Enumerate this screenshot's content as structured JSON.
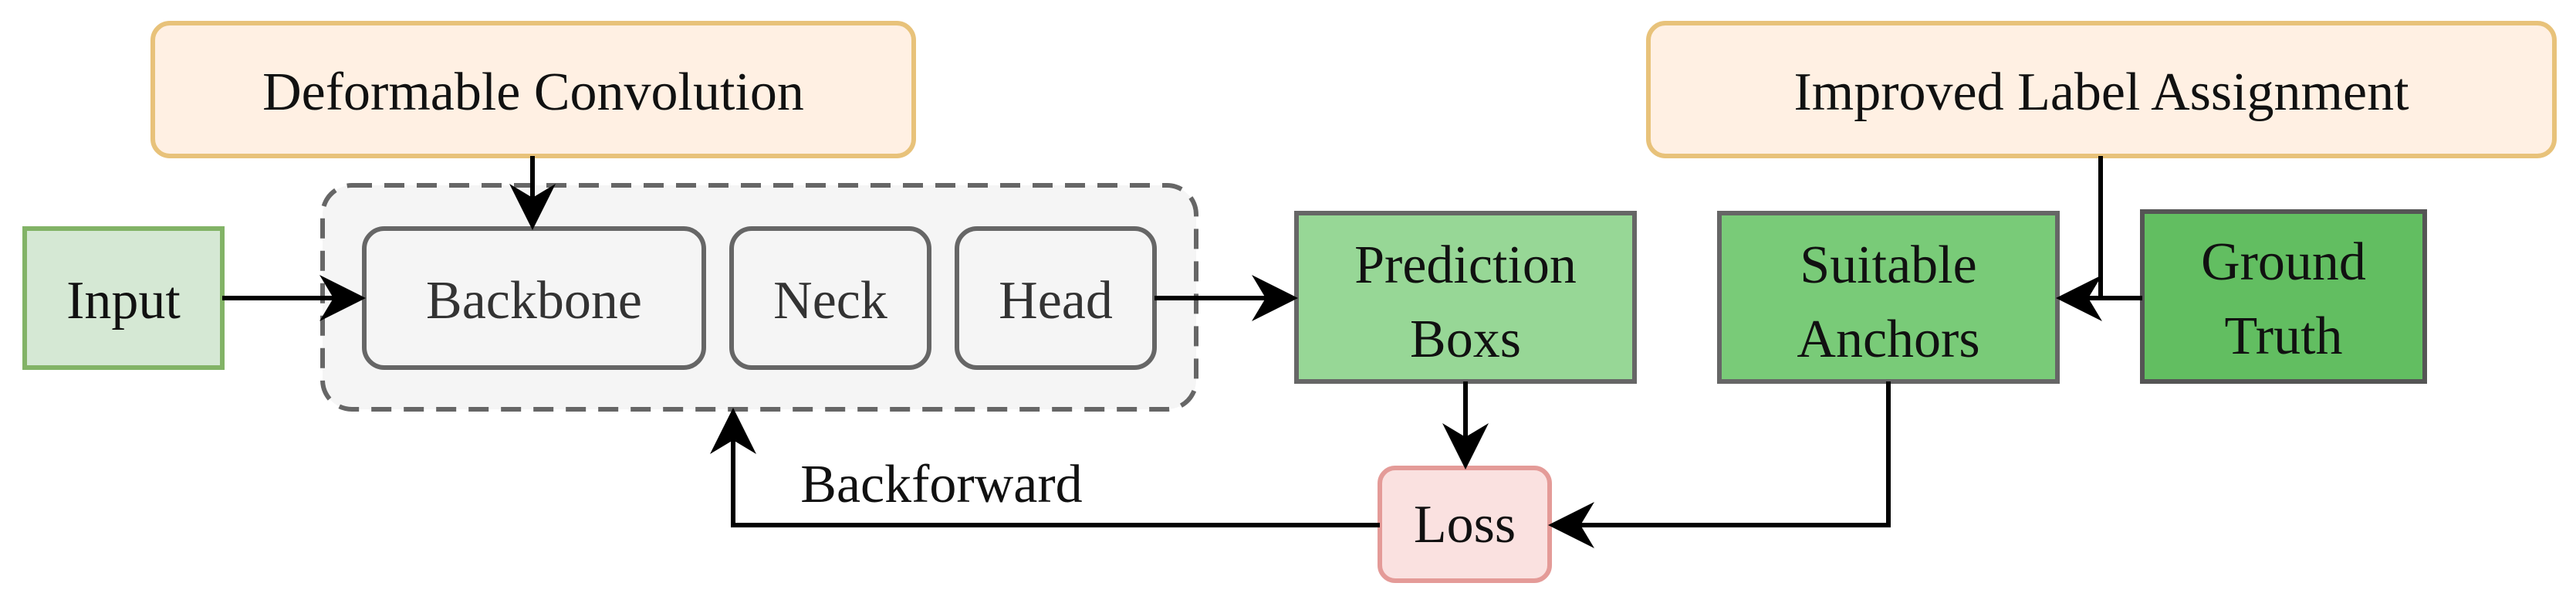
{
  "diagram": {
    "nodes": {
      "deformable_convolution": "Deformable Convolution",
      "improved_label_assignment": "Improved Label Assignment",
      "input": "Input",
      "backbone": "Backbone",
      "neck": "Neck",
      "head": "Head",
      "prediction_boxs_line1": "Prediction",
      "prediction_boxs_line2": "Boxs",
      "suitable_anchors_line1": "Suitable",
      "suitable_anchors_line2": "Anchors",
      "ground_truth_line1": "Ground",
      "ground_truth_line2": "Truth",
      "loss": "Loss"
    },
    "edge_labels": {
      "backforward": "Backforward"
    },
    "colors": {
      "orange_fill": "#FFF0E3",
      "orange_stroke": "#E8C27A",
      "input_fill": "#D5E8D4",
      "input_stroke": "#82B366",
      "model_fill": "#F5F5F5",
      "model_stroke": "#666666",
      "prediction_fill": "#97D796",
      "suitable_fill": "#79CB78",
      "ground_truth_fill": "#62BE61",
      "green_stroke": "#666666",
      "loss_fill": "#FAE1E0",
      "loss_stroke": "#E49B98",
      "arrow": "#000000"
    }
  }
}
